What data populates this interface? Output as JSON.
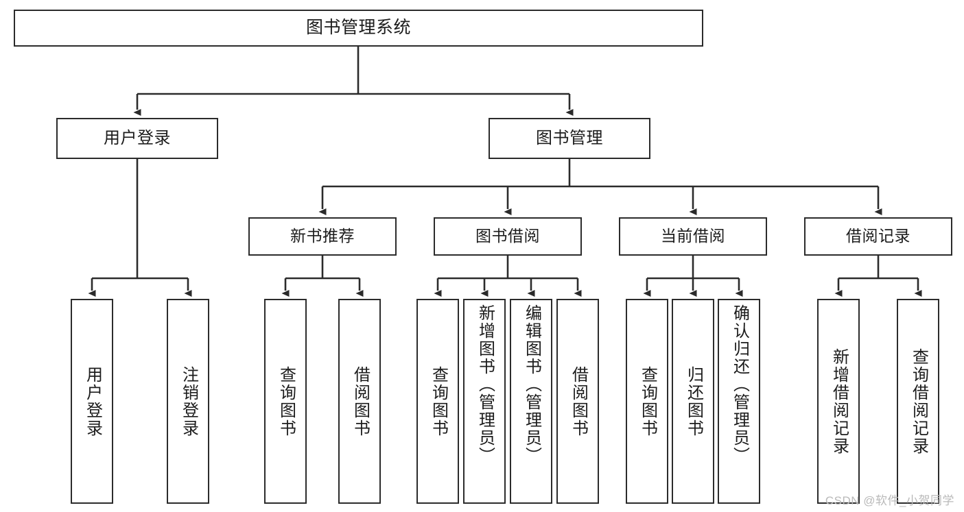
{
  "diagram": {
    "type": "tree-hierarchy",
    "title": "图书管理系统",
    "root": {
      "id": "root",
      "label": "图书管理系统"
    },
    "level2": [
      {
        "id": "user-login",
        "label": "用户登录"
      },
      {
        "id": "book-management",
        "label": "图书管理"
      }
    ],
    "level3": [
      {
        "id": "new-book-recommend",
        "label": "新书推荐"
      },
      {
        "id": "book-borrow",
        "label": "图书借阅"
      },
      {
        "id": "current-borrow",
        "label": "当前借阅"
      },
      {
        "id": "borrow-record",
        "label": "借阅记录"
      }
    ],
    "leaves": [
      {
        "id": "leaf-user-login",
        "label": "用户登录",
        "parent": "user-login"
      },
      {
        "id": "leaf-logout-login",
        "label": "注销登录",
        "parent": "user-login"
      },
      {
        "id": "leaf-query-book-1",
        "label": "查询图书",
        "parent": "new-book-recommend"
      },
      {
        "id": "leaf-borrow-book-1",
        "label": "借阅图书",
        "parent": "new-book-recommend"
      },
      {
        "id": "leaf-query-book-2",
        "label": "查询图书",
        "parent": "book-borrow"
      },
      {
        "id": "leaf-add-book",
        "label": "新增图书（管理员）",
        "parent": "book-borrow"
      },
      {
        "id": "leaf-edit-book",
        "label": "编辑图书（管理员）",
        "parent": "book-borrow"
      },
      {
        "id": "leaf-borrow-book-2",
        "label": "借阅图书",
        "parent": "book-borrow"
      },
      {
        "id": "leaf-query-book-3",
        "label": "查询图书",
        "parent": "current-borrow"
      },
      {
        "id": "leaf-return-book",
        "label": "归还图书",
        "parent": "current-borrow"
      },
      {
        "id": "leaf-confirm-return",
        "label": "确认归还（管理员）",
        "parent": "current-borrow"
      },
      {
        "id": "leaf-add-record",
        "label": "新增借阅记录",
        "parent": "borrow-record"
      },
      {
        "id": "leaf-query-record",
        "label": "查询借阅记录",
        "parent": "borrow-record"
      }
    ],
    "colors": {
      "box_border": "#2b2b2b",
      "box_fill": "#ffffff",
      "edge": "#2b2b2b",
      "text": "#1c1c1c",
      "watermark": "#b9b9b9"
    }
  },
  "watermark": {
    "text": "CSDN @软件_小贺同学"
  }
}
